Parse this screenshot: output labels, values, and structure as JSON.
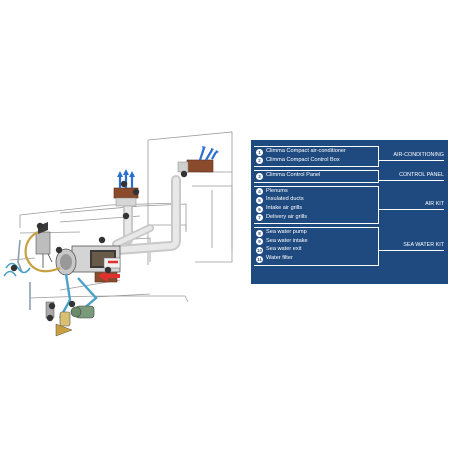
{
  "legend": {
    "groups": [
      {
        "title": "AIR-CONDITIONING",
        "items": [
          {
            "number": "1",
            "label": "Climma Compact air-conditioner"
          },
          {
            "number": "2",
            "label": "Climma Compact Control Box"
          }
        ]
      },
      {
        "title": "CONTROL PANEL",
        "items": [
          {
            "number": "3",
            "label": "Climma Control Panel"
          }
        ]
      },
      {
        "title": "AIR KIT",
        "items": [
          {
            "number": "4",
            "label": "Plenums"
          },
          {
            "number": "5",
            "label": "Insulated ducts"
          },
          {
            "number": "6",
            "label": "Intake air grills"
          },
          {
            "number": "7",
            "label": "Delivery air grills"
          }
        ]
      },
      {
        "title": "SEA WATER KIT",
        "items": [
          {
            "number": "8",
            "label": "Sea water pump"
          },
          {
            "number": "9",
            "label": "Sea water intake"
          },
          {
            "number": "10",
            "label": "Sea water exit"
          },
          {
            "number": "11",
            "label": "Water filter"
          }
        ]
      }
    ]
  },
  "colors": {
    "legend_bg": "#1e4a80",
    "accent_red": "#e03030",
    "accent_blue": "#2a6fd0",
    "duct": "#c9c9c9",
    "wood": "#8a4a2c"
  }
}
